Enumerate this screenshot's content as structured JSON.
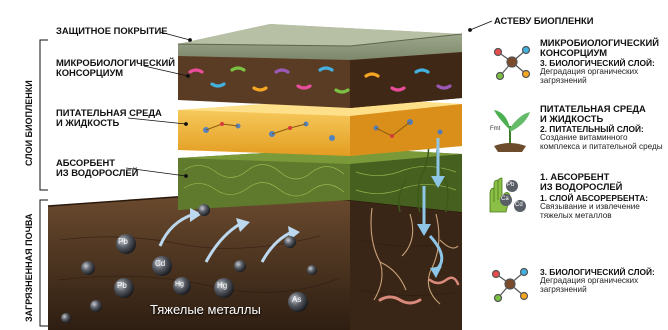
{
  "labels": {
    "protective_coating": "ЗАЩИТНОЕ ПОКРЫТИЕ",
    "microbial_consortium": [
      "МИКРОБИОЛОГИЧЕСКИЙ",
      "КОНСОРЦИУМ"
    ],
    "nutrient_medium": [
      "ПИТАТЕЛЬНАЯ СРЕДА",
      "И ЖИДКОСТЬ"
    ],
    "algae_sorbent": [
      "АБСОРБЕНТ",
      "ИЗ ВОДОРОСЛЕЙ"
    ],
    "biofilm_top": "АСТЕВУ БИОПЛЕНКИ",
    "heavy_metals": "Тяжелые металлы"
  },
  "side_labels": {
    "biofilm_layers": "СЛОИ БИОПЛЕНКИ",
    "contaminated_soil": "ЗАГРЯЗНЕННАЯ ПОЧВА"
  },
  "right_panels": [
    {
      "title": [
        "МИКРОБИОЛОГИЧЕСКИЙ",
        "КОНСОРЦИУМ"
      ],
      "subtitle": "3. БИОЛОГИЧЕСКИЙ СЛОЙ:",
      "desc": [
        "Деградация органических",
        "загрязнений"
      ]
    },
    {
      "title": [
        "ПИТАТЕЛЬНАЯ СРЕДА",
        "И ЖИДКОСТЬ"
      ],
      "subtitle": "2. ПИТАТЕЛЬНЫЙ СЛОЙ:",
      "desc": [
        "Создание витаминного",
        "комплекса и питательной среды"
      ]
    },
    {
      "title": [
        "1. АБСОРБЕНТ",
        "ИЗ ВОДОРОСЛЕЙ"
      ],
      "subtitle": "1. СЛОЙ АБСОРЕРБЕНТА:",
      "desc": [
        "Связывание и извлечение",
        "тяжелых металлов"
      ]
    },
    {
      "title": [
        "3. БИОЛОГИЧЕСКИЙ СЛОЙ:"
      ],
      "subtitle": "",
      "desc": [
        "Деградация органических",
        "загрязнений"
      ]
    }
  ],
  "icon_text": {
    "plant_label": "Fmt",
    "hand_metals": [
      "Pb",
      "Ca",
      "Cd"
    ]
  },
  "metals": [
    {
      "symbol": "Pb"
    },
    {
      "symbol": "Cd"
    },
    {
      "symbol": "Pb"
    },
    {
      "symbol": "Hg"
    },
    {
      "symbol": "Hg"
    },
    {
      "symbol": "As"
    }
  ],
  "colors": {
    "coating": "#8f9a7c",
    "microbial_layer": "#5a3c24",
    "nutrient_layer": "#f2b63a",
    "algae_layer": "#5f7a2c",
    "soil": "#4b3220",
    "water_arrow": "#8ec6e8"
  }
}
